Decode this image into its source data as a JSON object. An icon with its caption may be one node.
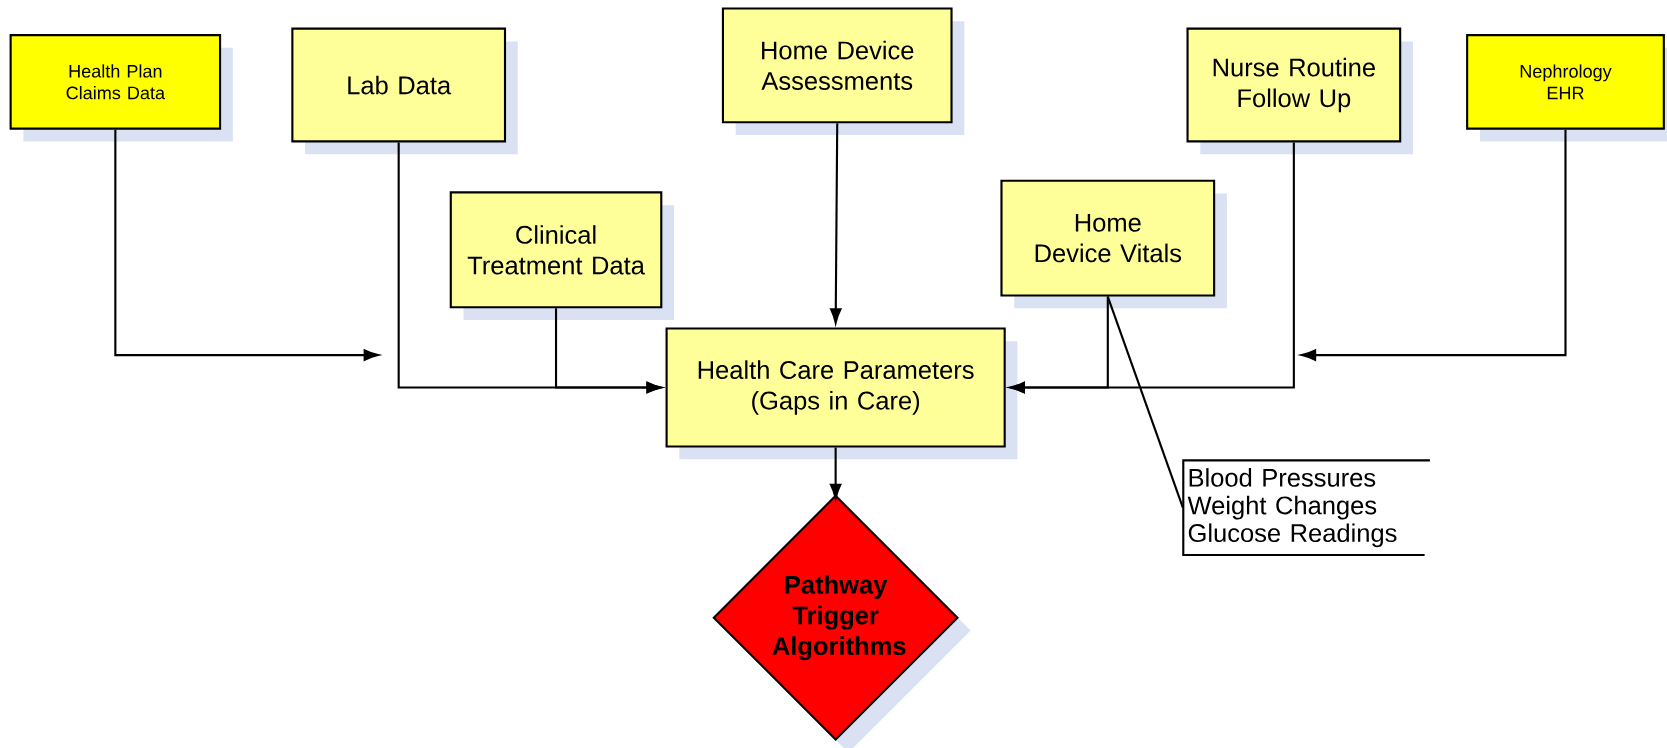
{
  "diagram": {
    "nodes": [
      {
        "text": [
          "Health Plan Claims Data"
        ]
      },
      {
        "text": [
          "Lab Data"
        ]
      },
      {
        "text": [
          "Home Device Assessments"
        ]
      },
      {
        "text": [
          "Nurse Routine Follow Up"
        ]
      },
      {
        "text": [
          "Nephrology EHR"
        ]
      },
      {
        "text": [
          "Clinical Treatment Data"
        ]
      },
      {
        "text": [
          "Home Device Vitals"
        ]
      },
      {
        "text": [
          "Health Care Parameters (Gaps in Care)"
        ]
      },
      {
        "text": [
          "Pathway Trigger Algorithms"
        ]
      },
      {
        "text": [
          "Blood Pressures",
          "Weight Changes",
          "Glucose Readings"
        ]
      }
    ],
    "edges": [
      {
        "from": 0,
        "to": null,
        "arrow": "to"
      },
      {
        "from": 1,
        "to": 7,
        "arrow": "to"
      },
      {
        "from": 5,
        "to": 7,
        "arrow": "to"
      },
      {
        "from": 2,
        "to": 7,
        "arrow": "to"
      },
      {
        "from": 3,
        "to": 7,
        "arrow": "to"
      },
      {
        "from": 6,
        "to": 7,
        "arrow": "to"
      },
      {
        "from": 4,
        "to": null,
        "arrow": "to"
      },
      {
        "from": 7,
        "to": 8,
        "arrow": "to"
      },
      {
        "from": 9,
        "to": 6,
        "arrow": "none"
      }
    ]
  }
}
